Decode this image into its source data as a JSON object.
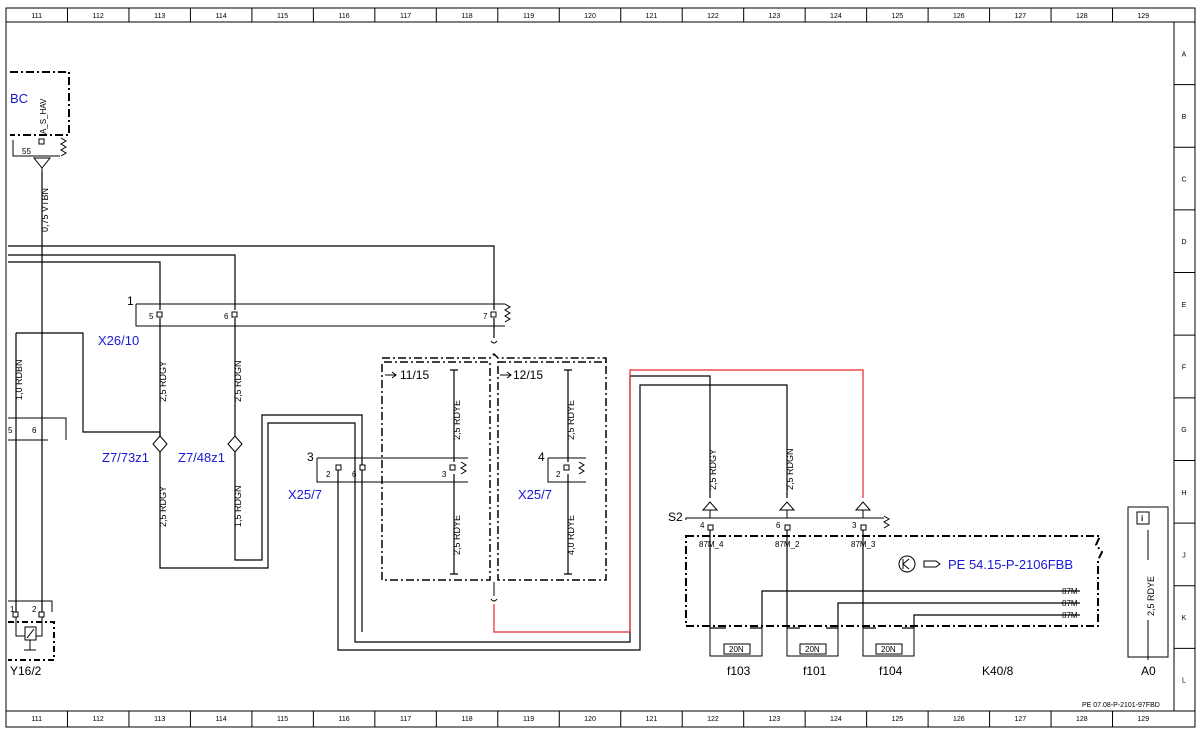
{
  "grid": {
    "columns": [
      "111",
      "112",
      "113",
      "114",
      "115",
      "116",
      "117",
      "118",
      "119",
      "120",
      "121",
      "122",
      "123",
      "124",
      "125",
      "126",
      "127",
      "128",
      "129"
    ],
    "rows": [
      "A",
      "B",
      "C",
      "D",
      "E",
      "F",
      "G",
      "H",
      "J",
      "K",
      "L"
    ]
  },
  "document_id": "PE 07.08-P-2101-97FBD",
  "components": {
    "bc": "BC",
    "bc_pin": "55",
    "bc_signal": "A_S_HAV",
    "x26_10": "X26/10",
    "x26_10_num": "1",
    "z7_73z1": "Z7/73z1",
    "z7_48z1": "Z7/48z1",
    "x25_7_left": "X25/7",
    "x25_7_left_num": "3",
    "x25_7_right": "X25/7",
    "x25_7_right_num": "4",
    "ref_11_15": "11/15",
    "ref_12_15": "12/15",
    "y16_2": "Y16/2",
    "s2": "S2",
    "k40_8": "K40/8",
    "a0": "A0",
    "pe_ref": "PE 54.15-P-2106FBB",
    "f103": "f103",
    "f101": "f101",
    "f104": "f104"
  },
  "wires": {
    "w1": "0,75 VTBN",
    "w2": "1,0 RDBN",
    "w3": "2,5 RDGY",
    "w4": "2,5 RDGN",
    "w5": "2,5 RDGY",
    "w6": "1,5 RDGN",
    "w7": "2,5 RDYE",
    "w8": "2,5 RDYE",
    "w9": "2,5 RDYE",
    "w10": "4,0 RDYE",
    "w11": "2,5 RDGY",
    "w12": "2,5 RDGN",
    "w13": "2,5 RDYE"
  },
  "pins": {
    "x26_5": "5",
    "x26_6": "6",
    "x26_7": "7",
    "left_5": "5",
    "left_6": "6",
    "x25l_2": "2",
    "x25l_6": "6",
    "ref1_3": "3",
    "x25r_2": "2",
    "k40_4": "4",
    "k40_6": "6",
    "k40_3": "3",
    "k40_87m4": "87M_4",
    "k40_87m2": "87M_2",
    "k40_87m3": "87M_3",
    "y16_1": "1",
    "y16_2": "2",
    "rail1": "87M",
    "rail2": "87M",
    "rail3": "87M",
    "fuse1": "20N",
    "fuse2": "20N",
    "fuse3": "20N"
  },
  "info_icon": "i",
  "colors": {
    "wire": "#000000",
    "highlight_wire": "#e8262b",
    "component_label": "#1a1ad6"
  }
}
